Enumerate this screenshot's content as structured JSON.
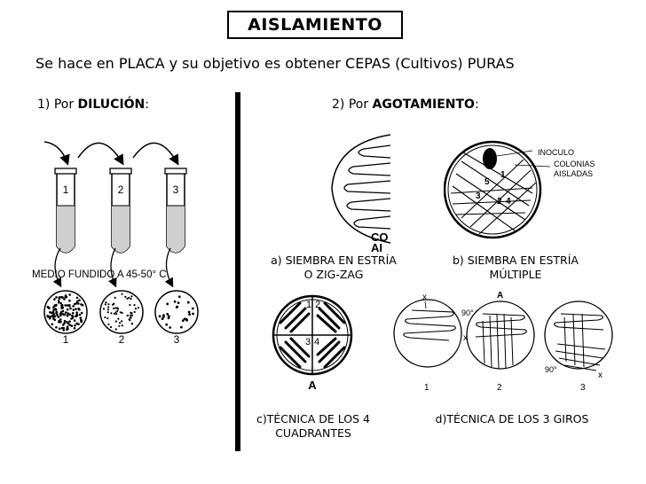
{
  "title": "AISLAMIENTO",
  "subtitle": "Se hace en PLACA y su objetivo es obtener CEPAS (Cultivos) PURAS",
  "section1": {
    "prefix": "1) Por ",
    "bold": "DILUCIÓN",
    "suffix": ":"
  },
  "section2": {
    "prefix": "2) Por ",
    "bold": "AGOTAMIENTO",
    "suffix": ":"
  },
  "dilution": {
    "tubes": [
      "1",
      "2",
      "3"
    ],
    "medium_label": "MEDIO FUNDIDO A 45-50° C",
    "plates": [
      "1",
      "2",
      "3"
    ]
  },
  "captions": {
    "a_line1": "a) SIEMBRA EN ESTRÍA",
    "a_line2": "O ZIG-ZAG",
    "b_line1": "b) SIEMBRA EN ESTRÍA",
    "b_line2": "MÚLTIPLE",
    "c_line1": "c)TÉCNICA DE LOS 4",
    "c_line2": "CUADRANTES",
    "d_line1": "d)TÉCNICA DE LOS 3 GIROS"
  },
  "zigzag_fragment": {
    "t1": "CO",
    "t2": "AI"
  },
  "multiple": {
    "inoculo": "INOCULO",
    "colonias1": "COLONIAS",
    "colonias2": "AISLADAS",
    "nums": [
      "1",
      "5",
      "3",
      "2",
      "4"
    ]
  },
  "quadrants": {
    "labels": [
      "1",
      "2",
      "3",
      "4"
    ],
    "letter": "A"
  },
  "giros": {
    "plates": [
      "1",
      "2",
      "3"
    ],
    "x": "x",
    "a": "A",
    "deg": "90°"
  }
}
